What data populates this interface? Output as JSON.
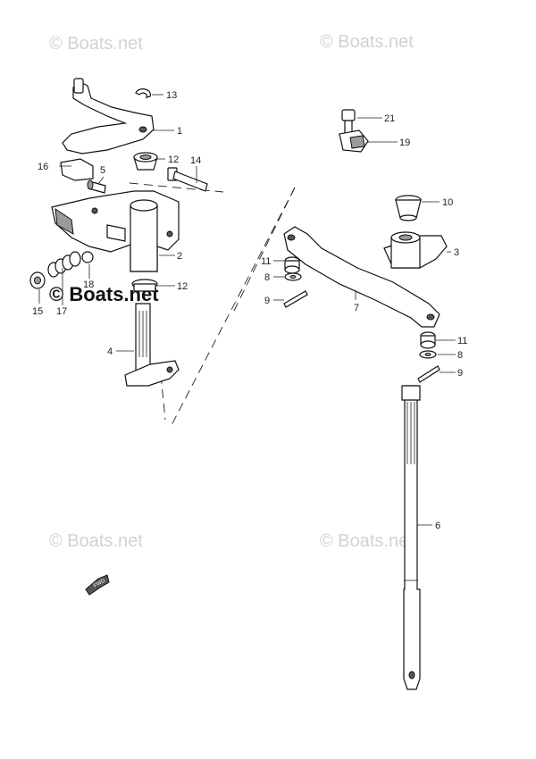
{
  "watermarks": [
    "© Boats.net",
    "© Boats.net",
    "© Boats.net",
    "© Boats.net",
    "© Boats.net"
  ],
  "callouts": {
    "c13": "13",
    "c1": "1",
    "c12a": "12",
    "c14": "14",
    "c16": "16",
    "c5": "5",
    "c2": "2",
    "c15": "15",
    "c17": "17",
    "c18": "18",
    "c12b": "12",
    "c4": "4",
    "c21": "21",
    "c19": "19",
    "c10": "10",
    "c3": "3",
    "c11a": "11",
    "c8a": "8",
    "c9a": "9",
    "c7": "7",
    "c11b": "11",
    "c8b": "8",
    "c9b": "9",
    "c6": "6"
  },
  "fwd_label": "FWD"
}
